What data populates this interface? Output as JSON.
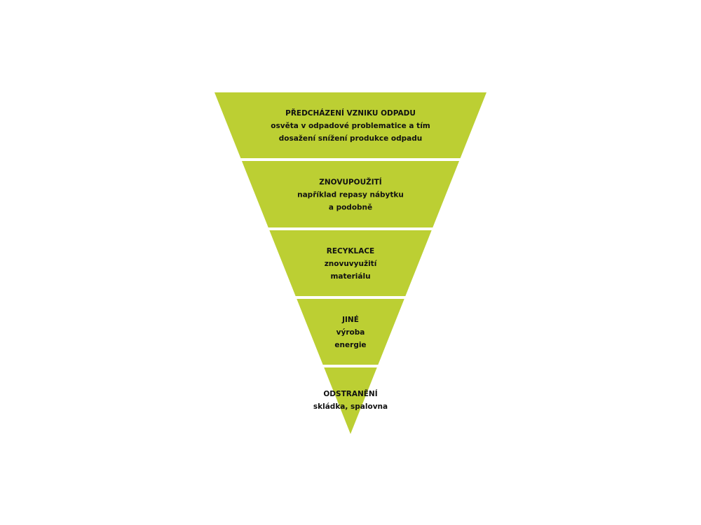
{
  "diagram": {
    "fill_color": "#bccf33",
    "separator_color": "#ffffff",
    "text_color": "#111111",
    "tiers": [
      {
        "title": "PŘEDCHÁZENÍ VZNIKU ODPADU",
        "lines": [
          "osvěta v odpadové problematice a tím",
          "dosažení snížení produkce odpadu"
        ]
      },
      {
        "title": "ZNOVUPOUŽITÍ",
        "lines": [
          "například repasy nábytku",
          "a podobně"
        ]
      },
      {
        "title": "RECYKLACE",
        "lines": [
          "znovuvyužití",
          "materiálu"
        ]
      },
      {
        "title": "JINÉ",
        "lines": [
          "výroba",
          "energie"
        ]
      },
      {
        "title": "ODSTRANĚNÍ",
        "lines": [
          "skládka, spalovna"
        ]
      }
    ]
  }
}
